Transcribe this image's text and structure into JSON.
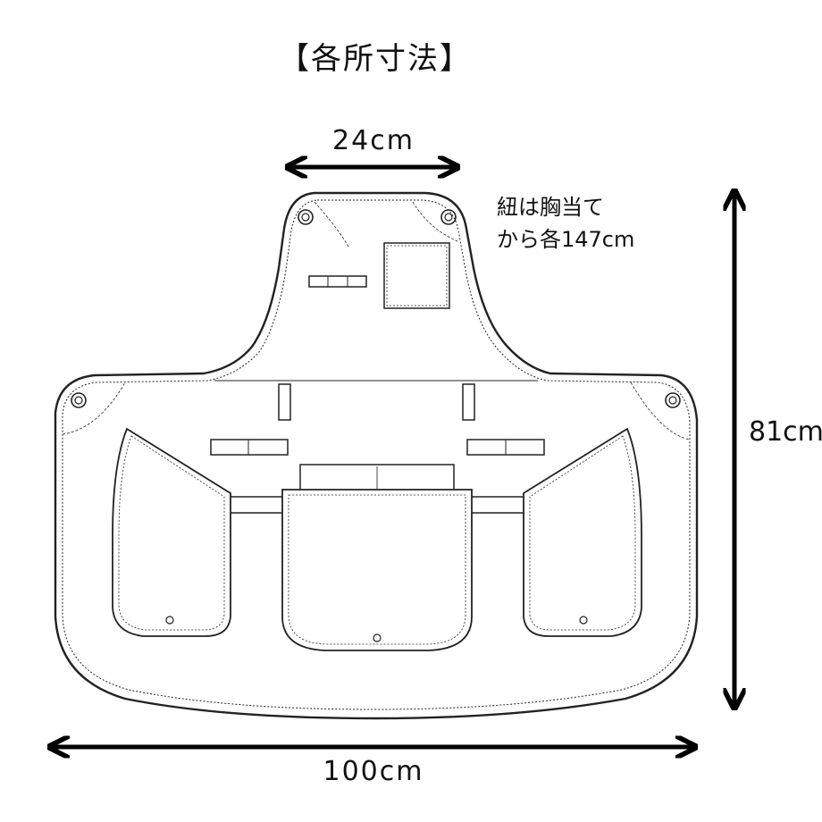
{
  "title": "【各所寸法】",
  "dimensions": {
    "top_width": "24cm",
    "height": "81cm",
    "bottom_width": "100cm"
  },
  "note": {
    "line1": "紐は胸当て",
    "line2": "から各147cm"
  }
}
